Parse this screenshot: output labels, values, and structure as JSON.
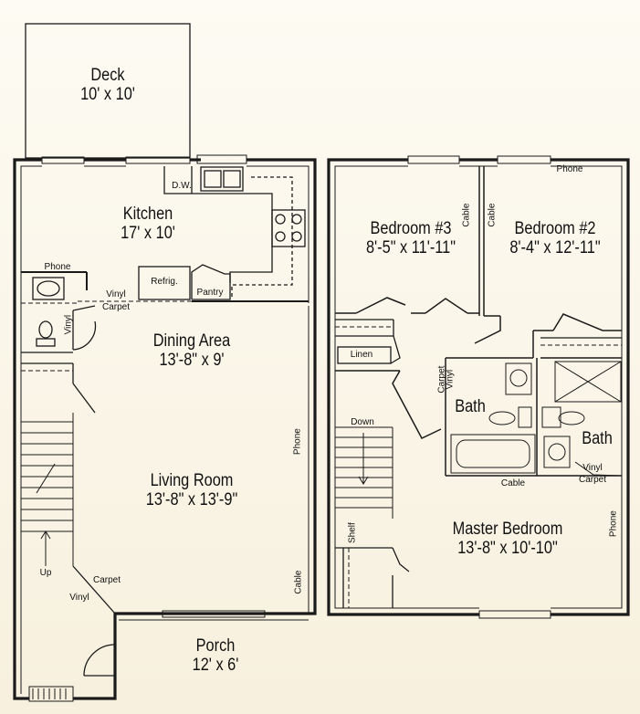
{
  "rooms": {
    "deck": {
      "name": "Deck",
      "size": "10' x 10'"
    },
    "kitchen": {
      "name": "Kitchen",
      "size": "17' x 10'"
    },
    "dining": {
      "name": "Dining Area",
      "size": "13'-8\" x 9'"
    },
    "living": {
      "name": "Living Room",
      "size": "13'-8\" x 13'-9\""
    },
    "porch": {
      "name": "Porch",
      "size": "12' x 6'"
    },
    "bedroom3": {
      "name": "Bedroom #3",
      "size": "8'-5\" x 11'-11\""
    },
    "bedroom2": {
      "name": "Bedroom #2",
      "size": "8'-4\" x 12'-11\""
    },
    "master": {
      "name": "Master Bedroom",
      "size": "13'-8\" x 10'-10\""
    },
    "bath_left": {
      "name": "Bath"
    },
    "bath_right": {
      "name": "Bath"
    }
  },
  "fixtures": {
    "dw": "D.W.",
    "refrig": "Refrig.",
    "pantry": "Pantry",
    "linen": "Linen",
    "shelf": "Shelf"
  },
  "stairs": {
    "up": "Up",
    "down": "Down"
  },
  "notes": {
    "phone": "Phone",
    "cable": "Cable",
    "vinyl": "Vinyl",
    "carpet": "Carpet"
  }
}
